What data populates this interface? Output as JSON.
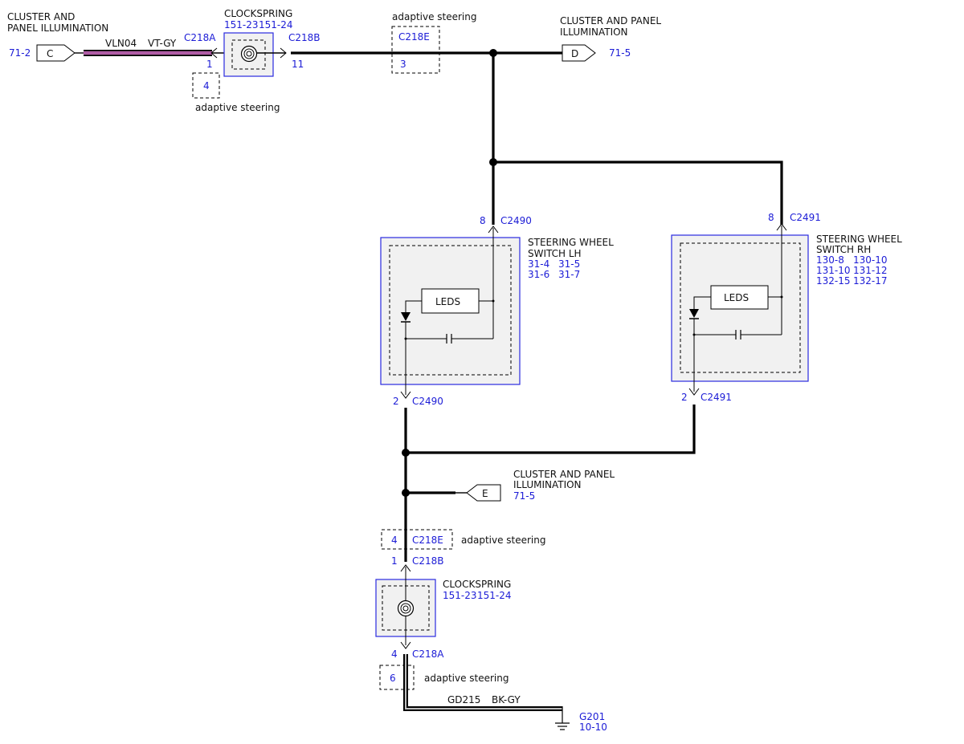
{
  "top": {
    "illum_left_title_1": "CLUSTER AND",
    "illum_left_title_2": "PANEL ILLUMINATION",
    "illum_left_ref": "71-2",
    "conn_c": "C",
    "wire_circuit": "VLN04",
    "wire_color": "VT-GY",
    "c218a": "C218A",
    "c218a_pin": "1",
    "alt_pin_4": "4",
    "adaptive_left": "adaptive steering",
    "clockspring_title": "CLOCKSPRING",
    "clockspring_ref_1": "151-23",
    "clockspring_ref_2": "151-24",
    "c218b": "C218B",
    "c218b_pin": "11",
    "adaptive_mid": "adaptive steering",
    "c218e": "C218E",
    "c218e_pin": "3",
    "illum_right_title_1": "CLUSTER AND PANEL",
    "illum_right_title_2": "ILLUMINATION",
    "conn_d": "D",
    "illum_right_ref": "71-5"
  },
  "lh": {
    "top_pin": "8",
    "top_conn": "C2490",
    "title_1": "STEERING WHEEL",
    "title_2": "SWITCH LH",
    "refs": [
      "31-4",
      "31-5",
      "31-6",
      "31-7"
    ],
    "leds": "LEDS",
    "bot_pin": "2",
    "bot_conn": "C2490"
  },
  "rh": {
    "top_pin": "8",
    "top_conn": "C2491",
    "title_1": "STEERING WHEEL",
    "title_2": "SWITCH RH",
    "refs": [
      "130-8",
      "130-10",
      "131-10",
      "131-12",
      "132-15",
      "132-17"
    ],
    "leds": "LEDS",
    "bot_pin": "2",
    "bot_conn": "C2491"
  },
  "bottom": {
    "illum_title_1": "CLUSTER AND PANEL",
    "illum_title_2": "ILLUMINATION",
    "conn_e": "E",
    "illum_ref": "71-5",
    "c218e_pin": "4",
    "c218e": "C218E",
    "adaptive_1": "adaptive steering",
    "c218b_pin": "1",
    "c218b": "C218B",
    "clockspring_title": "CLOCKSPRING",
    "clockspring_ref_1": "151-23",
    "clockspring_ref_2": "151-24",
    "c218a_pin": "4",
    "c218a": "C218A",
    "alt_pin_6": "6",
    "adaptive_2": "adaptive steering",
    "ground_circuit": "GD215",
    "ground_color": "BK-GY",
    "ground_id": "G201",
    "ground_ref": "10-10"
  }
}
